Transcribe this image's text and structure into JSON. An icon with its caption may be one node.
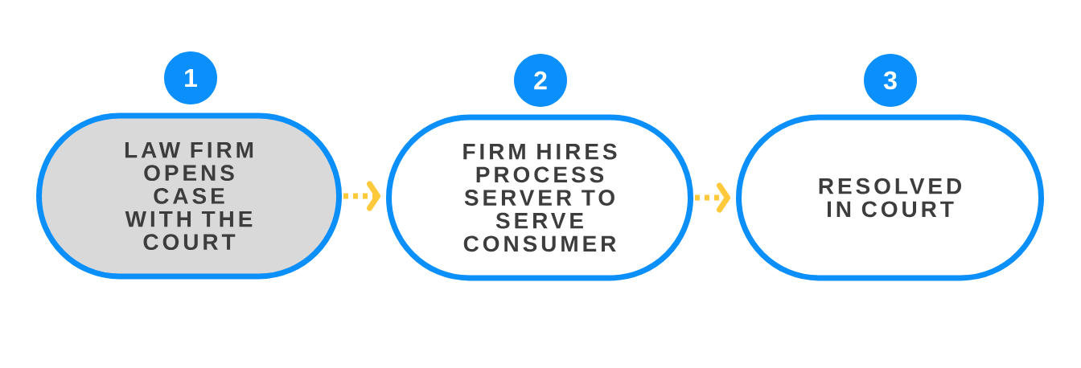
{
  "diagram": {
    "nodes": [
      {
        "text": [
          "1"
        ]
      },
      {
        "text": [
          "2"
        ]
      },
      {
        "text": [
          "3"
        ]
      },
      {
        "text": [
          "LAW FIRM OPENS CASE WITH THE COURT"
        ]
      },
      {
        "text": [
          "FIRM HIRES PROCESS SERVER TO SERVE CONSUMER"
        ]
      },
      {
        "text": [
          "RESOLVED IN COURT"
        ]
      }
    ],
    "edges": [
      {
        "from": 3,
        "to": 4,
        "arrow": "to",
        "style": "dashed"
      },
      {
        "from": 4,
        "to": 5,
        "arrow": "to",
        "style": "dashed"
      }
    ]
  }
}
